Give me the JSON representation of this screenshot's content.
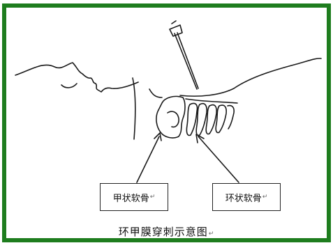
{
  "diagram": {
    "labels": {
      "thyroid_cartilage": "甲状软骨",
      "cricoid_cartilage": "环状软骨"
    },
    "caption": "环甲膜穿刺示意图",
    "return_mark": "↵",
    "colors": {
      "border": "#1e7d1e",
      "line": "#1a1a1a",
      "background": "#ffffff"
    }
  }
}
